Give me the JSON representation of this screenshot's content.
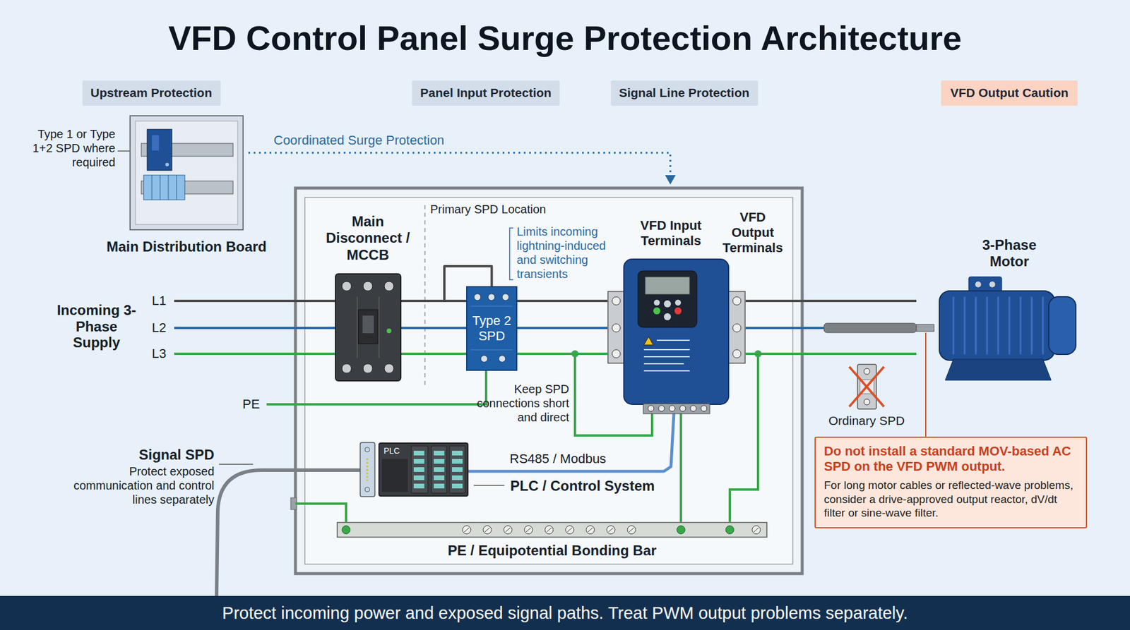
{
  "diagram": {
    "title": "VFD Control Panel Surge Protection Architecture",
    "caption": "Protect incoming power and exposed signal paths. Treat PWM output problems separately.",
    "nodes": [
      {
        "text": [
          "Upstream Protection"
        ]
      },
      {
        "text": [
          "Panel Input Protection"
        ]
      },
      {
        "text": [
          "Signal Line Protection"
        ]
      },
      {
        "text": [
          "VFD Output Caution"
        ]
      },
      {
        "text": [
          "Main Distribution Board"
        ]
      },
      {
        "text": [
          "Main Disconnect / MCCB"
        ]
      },
      {
        "text": [
          "Type 2 SPD"
        ]
      },
      {
        "text": [
          "VFD Input Terminals",
          "VFD Output Terminals"
        ]
      },
      {
        "text": [
          "3-Phase Motor"
        ]
      },
      {
        "text": [
          "Ordinary SPD"
        ]
      },
      {
        "text": [
          "Do not install a standard MOV-based AC SPD on the VFD PWM output.",
          "For long motor cables or reflected-wave problems, consider a drive-approved output reactor, dV/dt filter or sine-wave filter."
        ]
      },
      {
        "text": [
          "PLC",
          "PLC / Control System"
        ]
      },
      {
        "text": [
          "PE / Equipotential Bonding Bar"
        ]
      }
    ],
    "edges": [
      {
        "from": 5,
        "to": 6,
        "arrow": "none"
      },
      {
        "from": 6,
        "to": 7,
        "arrow": "none"
      },
      {
        "from": 7,
        "to": 8,
        "arrow": "none"
      },
      {
        "from": 11,
        "to": 7,
        "label": "RS485 / Modbus",
        "arrow": "none"
      },
      {
        "from": 7,
        "to": 12,
        "arrow": "none"
      }
    ],
    "labels": [
      "Type 1 or Type 1+2 SPD where required",
      "Coordinated Surge Protection",
      "Primary SPD Location",
      "Limits incoming lightning-induced and switching transients",
      "Incoming 3-Phase Supply",
      "L1",
      "L2",
      "L3",
      "PE",
      "Keep SPD connections short and direct",
      "Signal SPD",
      "Protect exposed communication and control lines separately"
    ]
  }
}
